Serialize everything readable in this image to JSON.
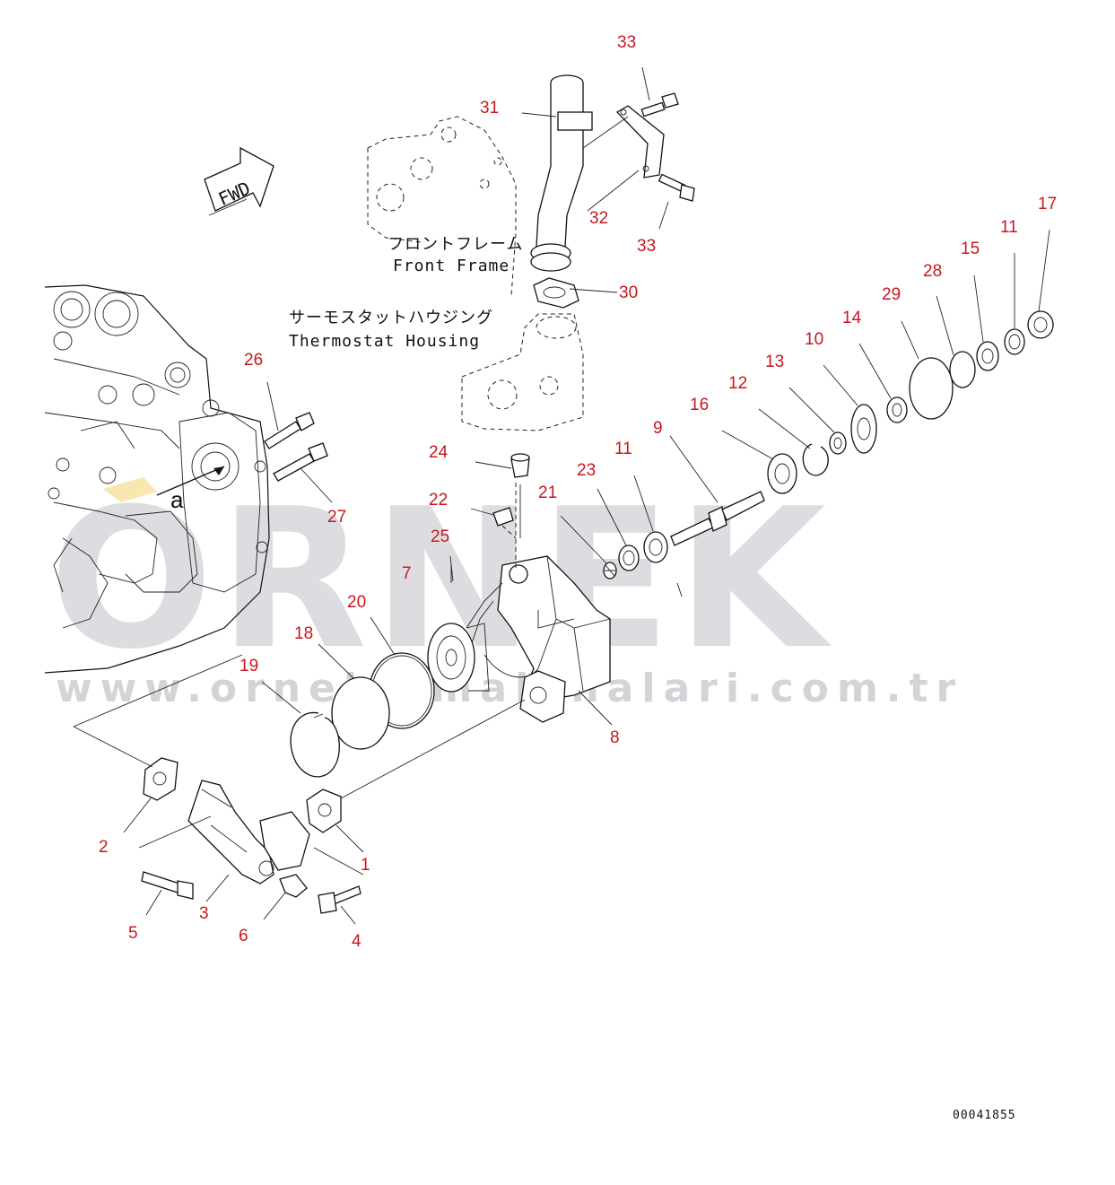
{
  "labels": {
    "front_frame_jp": "フロントフレーム",
    "front_frame_en": "Front Frame",
    "thermostat_housing_jp": "サーモスタットハウジング",
    "thermostat_housing_en": "Thermostat Housing",
    "fwd_arrow": "FWD",
    "view_marker": "a",
    "doc_number": "00041855"
  },
  "watermark": {
    "brand": "ORNEK",
    "url": "www.ornekismakinalari.com.tr"
  },
  "part_numbers": [
    "33",
    "31",
    "32",
    "33",
    "30",
    "17",
    "11",
    "15",
    "28",
    "29",
    "14",
    "10",
    "13",
    "12",
    "16",
    "9",
    "11",
    "23",
    "21",
    "24",
    "22",
    "25",
    "7",
    "20",
    "18",
    "19",
    "26",
    "27",
    "8",
    "2",
    "1",
    "3",
    "5",
    "6",
    "4"
  ],
  "colors": {
    "label_red": "#c8171e",
    "line_black": "#111111",
    "watermark_gray": "#cfcfd4",
    "marker_yellow": "#f3d36b"
  }
}
